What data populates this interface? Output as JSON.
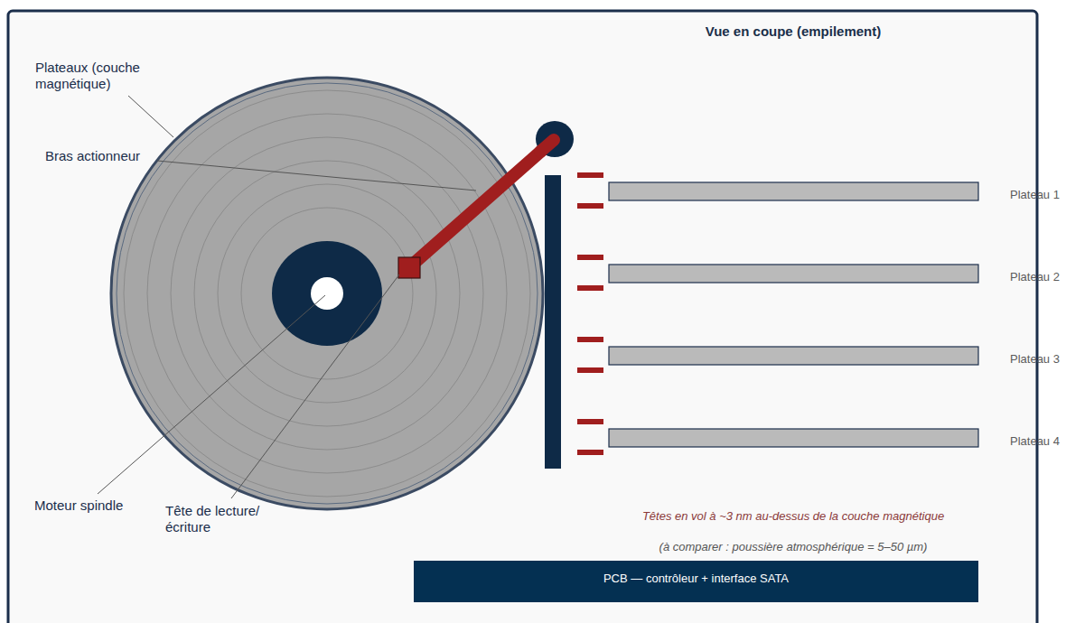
{
  "diagram": {
    "title": "Vue en coupe (empilement)",
    "nodes": [
      {
        "text": [
          "PCB — contrôleur + interface SATA"
        ]
      }
    ],
    "labels": [
      "Plateaux (couche magnétique)",
      "Bras actionneur",
      "Moteur spindle",
      "Tête de lecture/écriture",
      "Plateau 1",
      "Plateau 2",
      "Plateau 3",
      "Plateau 4",
      "Têtes en vol à ~3 nm au-dessus de la couche magnétique",
      "(à comparer : poussière atmosphérique = 5–50 µm)"
    ]
  }
}
